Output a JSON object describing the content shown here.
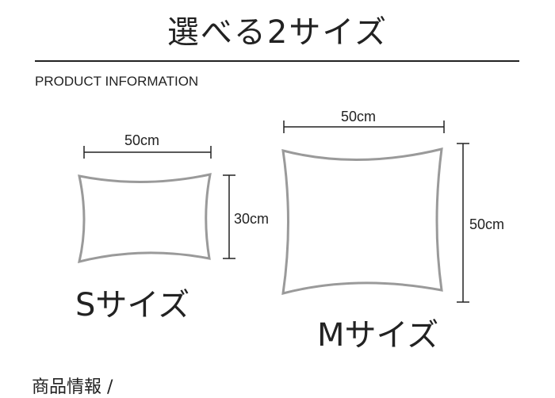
{
  "header": {
    "title": "選べる2サイズ",
    "subtitle": "PRODUCT INFORMATION"
  },
  "small": {
    "width_label": "50cm",
    "height_label": "30cm",
    "size_label": "Sサイズ"
  },
  "medium": {
    "width_label": "50cm",
    "height_label": "50cm",
    "size_label": "Mサイズ"
  },
  "footer": {
    "partial_text": "商品情報 /"
  },
  "colors": {
    "outline": "#9a9a9a",
    "text": "#222222"
  }
}
